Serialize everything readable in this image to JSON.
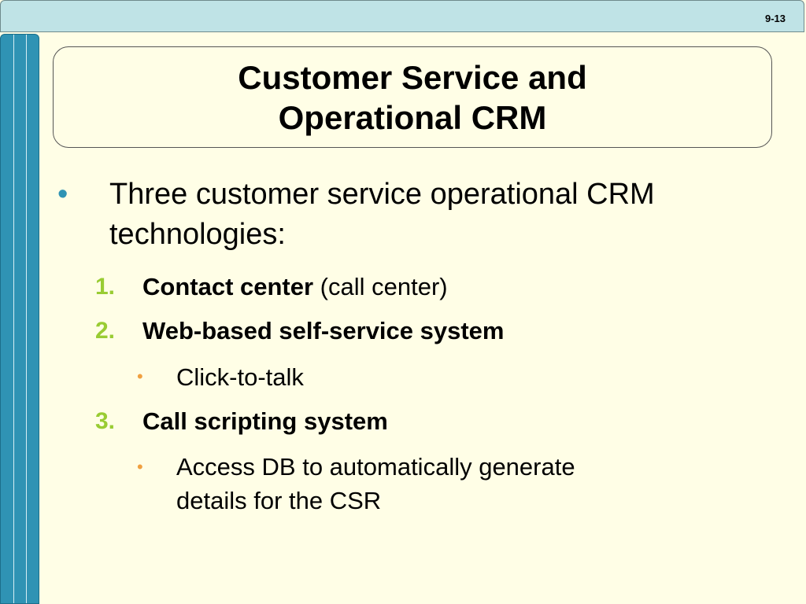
{
  "slide": {
    "number": "9-13",
    "title_line1": "Customer Service and",
    "title_line2": "Operational CRM"
  },
  "content": {
    "intro_line1": "Three customer service operational CRM",
    "intro_line2": "technologies:",
    "items": [
      {
        "number": "1.",
        "bold": "Contact center",
        "normal": " (call center)"
      },
      {
        "number": "2.",
        "bold": "Web-based self-service system",
        "normal": ""
      },
      {
        "number": "3.",
        "bold": "Call scripting system",
        "normal": ""
      }
    ],
    "sub_items": [
      {
        "line1": "Click-to-talk",
        "line2": ""
      },
      {
        "line1": "Access DB to automatically generate",
        "line2": "details for the CSR"
      }
    ]
  },
  "colors": {
    "background": "#fffee6",
    "top_bar": "#bfe3e6",
    "side_bar": "#2f93b4",
    "bullet_l1": "#2f93b4",
    "number": "#99cc33",
    "bullet_l3": "#f0a040"
  }
}
